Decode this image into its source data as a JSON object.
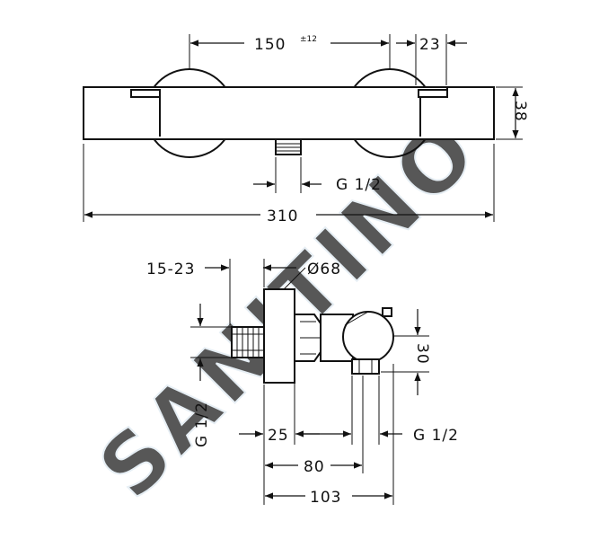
{
  "watermark": "SANITINO",
  "top_view": {
    "dim_spacing": "150",
    "dim_spacing_tolerance": "±12",
    "dim_offset": "23",
    "dim_height": "38",
    "dim_outlet": "G 1/2",
    "dim_total_length": "310"
  },
  "side_view": {
    "dim_eccentric": "15-23",
    "dim_diameter": "Ø68",
    "dim_inlet": "G 1/2",
    "dim_outlet_height": "30",
    "dim_depth_25": "25",
    "dim_outlet": "G 1/2",
    "dim_depth_80": "80",
    "dim_depth_103": "103"
  }
}
